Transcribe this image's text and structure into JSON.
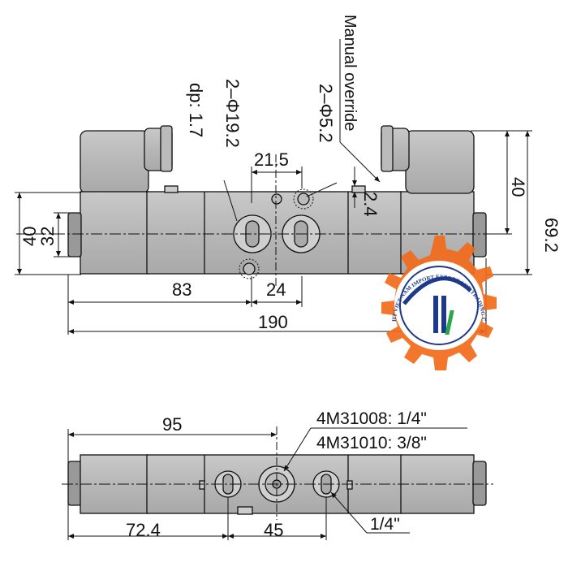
{
  "top_view": {
    "dim_overall_height": "69.2",
    "dim_coil_height": "40",
    "dim_left_40": "40",
    "dim_left_32": "32",
    "dim_83": "83",
    "dim_24": "24",
    "dim_190": "190",
    "dim_21_5": "21.5",
    "dim_2_4": "2.4",
    "hole_large_spec": "2–Φ19.2",
    "hole_large_depth": "dp: 1.7",
    "hole_small_spec": "2–Φ5.2",
    "manual_override_label": "Manual override"
  },
  "bottom_view": {
    "dim_95": "95",
    "dim_72_4": "72.4",
    "dim_45": "45",
    "port_label_1": "4M31008: 1/4\"",
    "port_label_2": "4M31010: 3/8\"",
    "port_exhaust": "1/4\""
  },
  "watermark": {
    "company_text": "HT VIET NAM IMPORT EXPORT AND TRADING COMPANY LIMITED",
    "gear_color": "#f26a1b",
    "accent_blue": "#1d3a8a",
    "accent_green": "#2aa845"
  }
}
